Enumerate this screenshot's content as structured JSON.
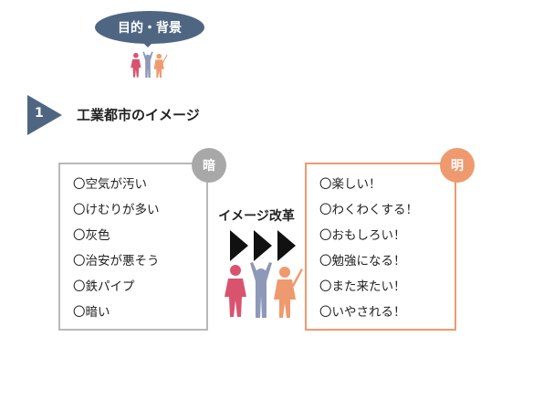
{
  "header": {
    "bubble_label": "目的・背景"
  },
  "section": {
    "number": "1",
    "title": "工業都市のイメージ"
  },
  "dark_panel": {
    "badge": "暗",
    "items": [
      "〇空気が汚い",
      "〇けむりが多い",
      "〇灰色",
      "〇治安が悪そう",
      "〇鉄パイプ",
      "〇暗い"
    ]
  },
  "bright_panel": {
    "badge": "明",
    "items": [
      "〇楽しい！",
      "〇わくわくする！",
      "〇おもしろい！",
      "〇勉強になる！",
      "〇また来たい！",
      "〇いやされる！"
    ]
  },
  "center": {
    "label": "イメージ改革"
  },
  "colors": {
    "accent_navy": "#4f6683",
    "dark_border": "#b8b8b8",
    "bright_border": "#ef9a6e",
    "person_pink": "#d9536f",
    "person_blue": "#8e98b8",
    "person_orange": "#ef9a6e"
  },
  "icons": {
    "header_people": "three-people-icon",
    "arrows": "triple-arrow-icon",
    "center_people": "three-people-icon"
  }
}
